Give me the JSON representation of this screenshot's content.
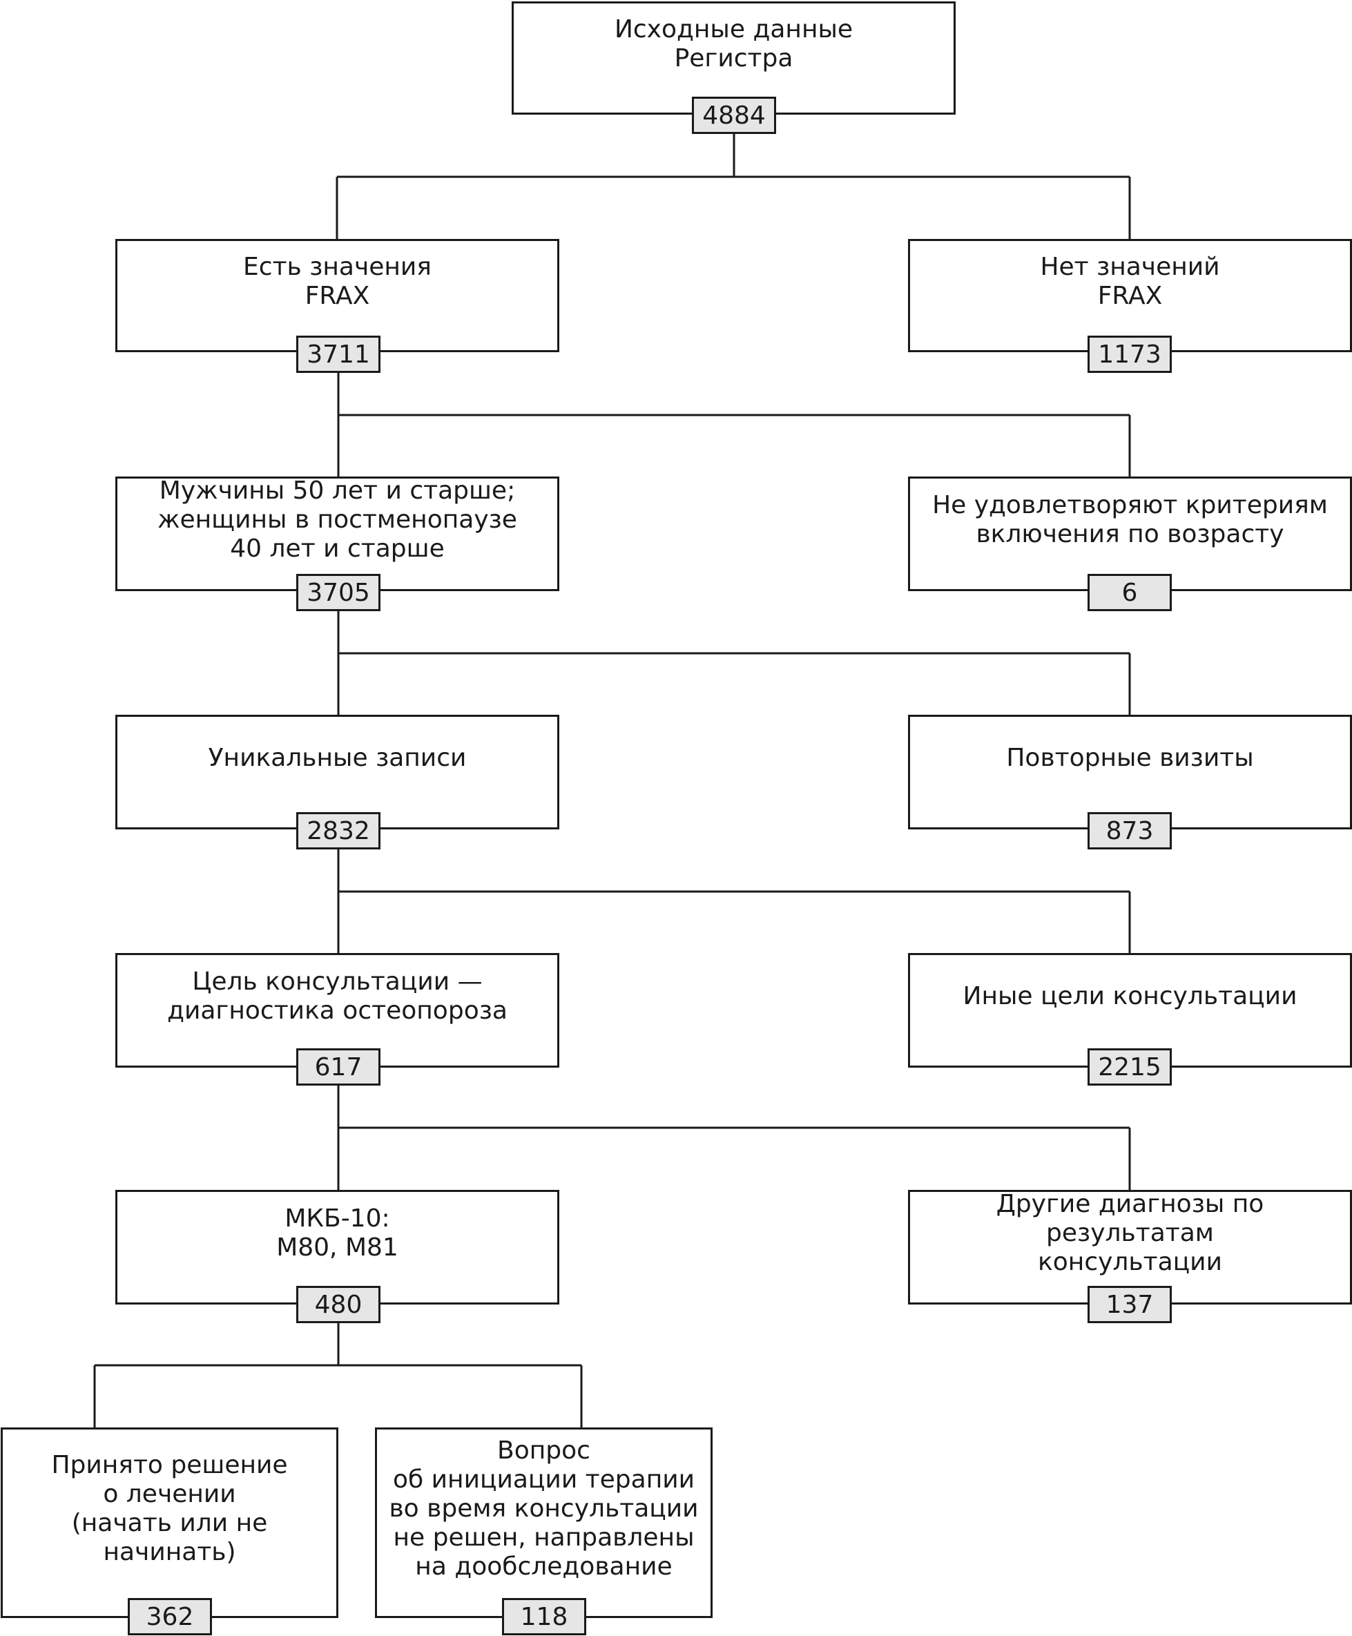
{
  "nodes": {
    "registry": {
      "label": "Исходные данные\nРегистра",
      "count": "4884"
    },
    "has_frax": {
      "label": "Есть значения\nFRAX",
      "count": "3711"
    },
    "no_frax": {
      "label": "Нет значений\nFRAX",
      "count": "1173"
    },
    "age_ok": {
      "label": "Мужчины 50 лет и старше;\nженщины в постменопаузе\n40 лет и старше",
      "count": "3705"
    },
    "age_fail": {
      "label": "Не удовлетворяют критериям\nвключения по возрасту",
      "count": "6"
    },
    "unique": {
      "label": "Уникальные записи",
      "count": "2832"
    },
    "repeat": {
      "label": "Повторные визиты",
      "count": "873"
    },
    "goal_osteo": {
      "label": "Цель консультации —\nдиагностика остеопороза",
      "count": "617"
    },
    "goal_other": {
      "label": "Иные цели консультации",
      "count": "2215"
    },
    "icd10": {
      "label": "МКБ-10:\nM80, M81",
      "count": "480"
    },
    "other_dx": {
      "label": "Другие диагнозы по результатам\nконсультации",
      "count": "137"
    },
    "decided": {
      "label": "Принято решение\nо лечении\n(начать или не начинать)",
      "count": "362"
    },
    "undecided": {
      "label": "Вопрос\nоб инициации терапии\nво время консультации\nне решен, направлены\nна дообследование",
      "count": "118"
    }
  }
}
